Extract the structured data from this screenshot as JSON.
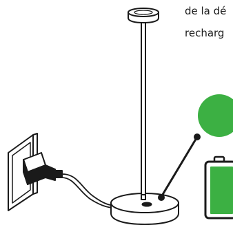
{
  "caption": {
    "line1": "de la dé",
    "line2": "recharg"
  },
  "charge_indicator": {
    "status": "charged",
    "level": 1.0,
    "led_color": "#3cb043",
    "battery_fill_color": "#3cb043",
    "outline_color": "#1a1a1a"
  }
}
